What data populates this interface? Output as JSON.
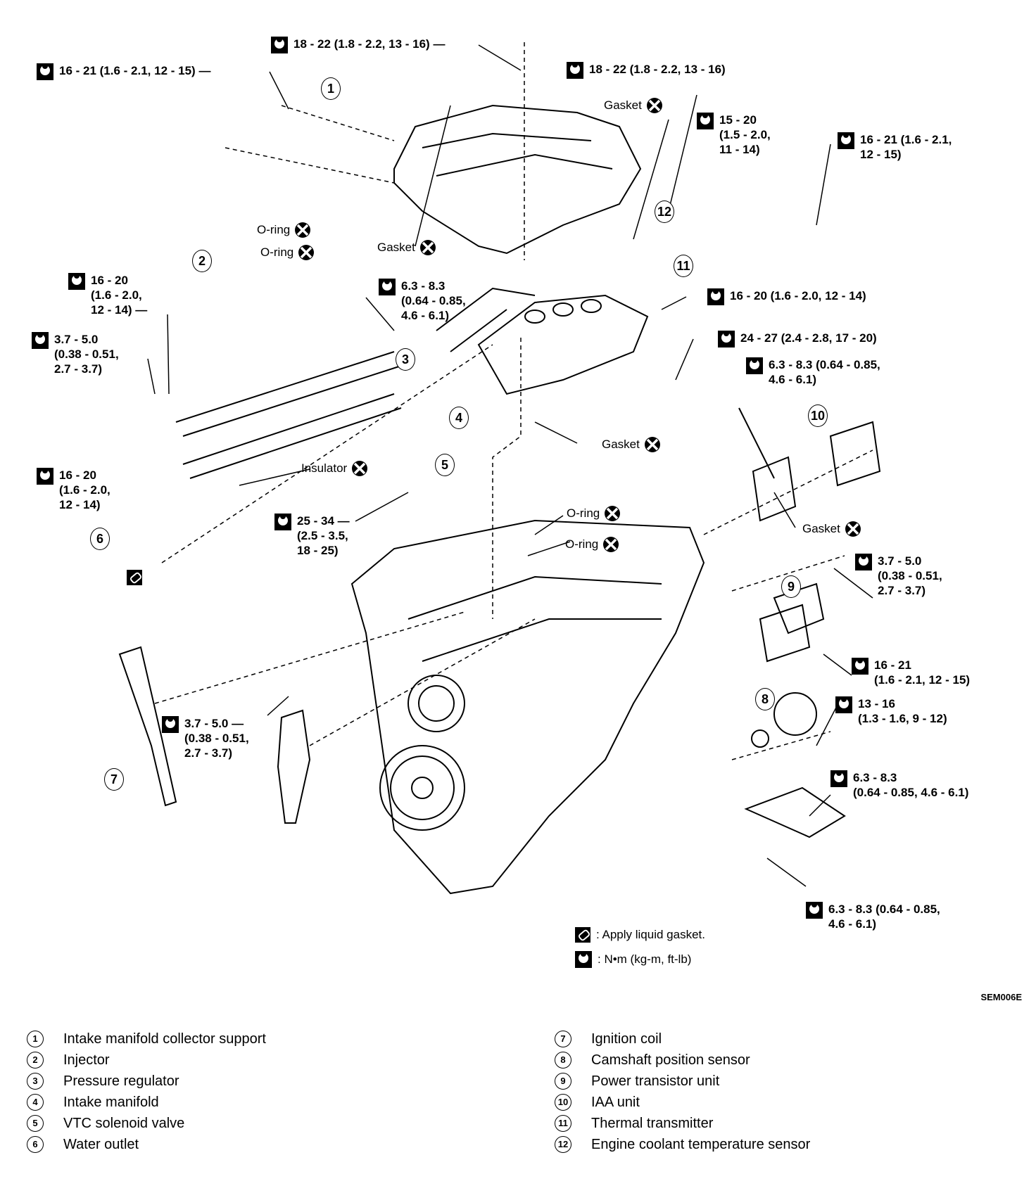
{
  "figure_code": "SEM006E",
  "torque_labels": [
    {
      "id": "t1",
      "lines": [
        "18 - 22 (1.8 - 2.2, 13 - 16) —"
      ]
    },
    {
      "id": "t2",
      "lines": [
        "16 - 21 (1.6 - 2.1, 12 - 15) —"
      ]
    },
    {
      "id": "t3",
      "lines": [
        "18 - 22 (1.8 - 2.2, 13 - 16)"
      ]
    },
    {
      "id": "t4",
      "lines": [
        "15 - 20",
        "(1.5 - 2.0,",
        "11 - 14)"
      ]
    },
    {
      "id": "t5",
      "lines": [
        "16 - 21 (1.6 - 2.1,",
        "12 - 15)"
      ]
    },
    {
      "id": "t6",
      "lines": [
        "16 - 20",
        "(1.6 - 2.0,",
        "12 - 14) —"
      ]
    },
    {
      "id": "t7",
      "lines": [
        "6.3 - 8.3",
        "(0.64 - 0.85,",
        "4.6 - 6.1)"
      ]
    },
    {
      "id": "t8",
      "lines": [
        "3.7 - 5.0",
        "(0.38 - 0.51,",
        "2.7 - 3.7)"
      ]
    },
    {
      "id": "t9",
      "lines": [
        "16 - 20 (1.6 - 2.0, 12 - 14)"
      ]
    },
    {
      "id": "t10",
      "lines": [
        "24 - 27 (2.4 - 2.8, 17 - 20)"
      ]
    },
    {
      "id": "t11",
      "lines": [
        "6.3 - 8.3 (0.64 - 0.85,",
        "4.6 - 6.1)"
      ]
    },
    {
      "id": "t12",
      "lines": [
        "16 - 20",
        "(1.6 - 2.0,",
        "12 - 14)"
      ]
    },
    {
      "id": "t13",
      "lines": [
        "25 - 34 —",
        "(2.5 - 3.5,",
        "18 - 25)"
      ]
    },
    {
      "id": "t14",
      "lines": [
        "3.7 - 5.0",
        "(0.38 - 0.51,",
        "2.7 - 3.7)"
      ]
    },
    {
      "id": "t15",
      "lines": [
        "16 - 21",
        "(1.6 - 2.1, 12 - 15)"
      ]
    },
    {
      "id": "t16",
      "lines": [
        "13 - 16",
        "(1.3 - 1.6, 9 - 12)"
      ]
    },
    {
      "id": "t17",
      "lines": [
        "3.7 - 5.0 —",
        "(0.38 - 0.51,",
        "2.7 - 3.7)"
      ]
    },
    {
      "id": "t18",
      "lines": [
        "6.3 - 8.3",
        "(0.64 - 0.85, 4.6 - 6.1)"
      ]
    },
    {
      "id": "t19",
      "lines": [
        "6.3 - 8.3 (0.64 - 0.85,",
        "4.6 - 6.1)"
      ]
    }
  ],
  "gasket_labels": [
    {
      "id": "g1",
      "text": "Gasket"
    },
    {
      "id": "g2",
      "text": "O-ring"
    },
    {
      "id": "g3",
      "text": "O-ring"
    },
    {
      "id": "g4",
      "text": "Gasket"
    },
    {
      "id": "g5",
      "text": "Gasket"
    },
    {
      "id": "g6",
      "text": "Insulator"
    },
    {
      "id": "g7",
      "text": "O-ring"
    },
    {
      "id": "g8",
      "text": "O-ring"
    },
    {
      "id": "g9",
      "text": "Gasket"
    }
  ],
  "callouts": [
    "1",
    "2",
    "3",
    "4",
    "5",
    "6",
    "7",
    "8",
    "9",
    "10",
    "11",
    "12"
  ],
  "legend": {
    "liquid_gasket": ": Apply liquid gasket.",
    "torque_units": ": N•m (kg-m, ft-lb)"
  },
  "parts_list": [
    {
      "num": "1",
      "name": "Intake manifold collector support"
    },
    {
      "num": "2",
      "name": "Injector"
    },
    {
      "num": "3",
      "name": "Pressure regulator"
    },
    {
      "num": "4",
      "name": "Intake manifold"
    },
    {
      "num": "5",
      "name": "VTC solenoid valve"
    },
    {
      "num": "6",
      "name": "Water outlet"
    },
    {
      "num": "7",
      "name": "Ignition coil"
    },
    {
      "num": "8",
      "name": "Camshaft position sensor"
    },
    {
      "num": "9",
      "name": "Power transistor unit"
    },
    {
      "num": "10",
      "name": "IAA unit"
    },
    {
      "num": "11",
      "name": "Thermal transmitter"
    },
    {
      "num": "12",
      "name": "Engine coolant temperature sensor"
    }
  ]
}
